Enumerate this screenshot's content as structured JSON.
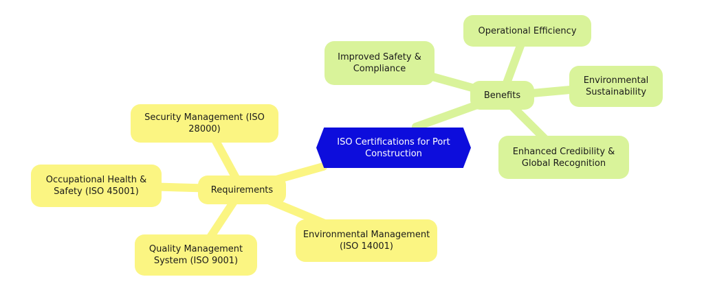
{
  "central": {
    "label": "ISO Certifications for Port Construction"
  },
  "requirements": {
    "label": "Requirements",
    "items": [
      "Security Management (ISO 28000)",
      "Occupational Health & Safety (ISO 45001)",
      "Quality Management System (ISO 9001)",
      "Environmental Management (ISO 14001)"
    ]
  },
  "benefits": {
    "label": "Benefits",
    "items": [
      "Improved Safety & Compliance",
      "Operational Efficiency",
      "Environmental Sustainability",
      "Enhanced Credibility & Global Recognition"
    ]
  },
  "colors": {
    "central_fill": "#0d0ddc",
    "requirements_fill": "#fbf582",
    "requirements_link": "#fbf582",
    "benefits_fill": "#d9f39a",
    "benefits_link": "#d9f39a"
  }
}
